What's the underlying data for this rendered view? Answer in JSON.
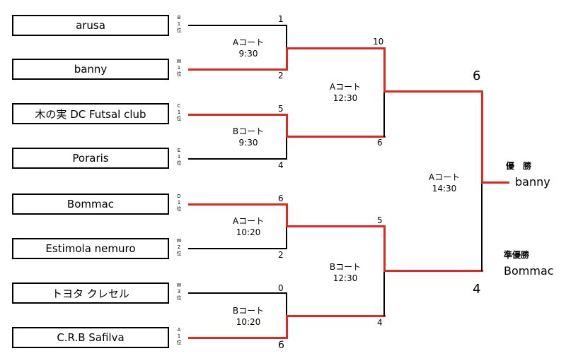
{
  "teams": [
    {
      "name": "arusa",
      "seed": [
        "B",
        "1",
        "位"
      ]
    },
    {
      "name": "banny",
      "seed": [
        "W",
        "1",
        "位"
      ]
    },
    {
      "name": "木の実 DC Futsal club",
      "seed": [
        "C",
        "1",
        "位"
      ]
    },
    {
      "name": "Poraris",
      "seed": [
        "E",
        "1",
        "位"
      ]
    },
    {
      "name": "Bommac",
      "seed": [
        "D",
        "1",
        "位"
      ]
    },
    {
      "name": "Estimola nemuro",
      "seed": [
        "W",
        "2",
        "位"
      ]
    },
    {
      "name": "トヨタ クレセル",
      "seed": [
        "W",
        "3",
        "位"
      ]
    },
    {
      "name": "C.R.B Safilva",
      "seed": [
        "A",
        "1",
        "位"
      ]
    }
  ],
  "round1": [
    {
      "court": "Aコート",
      "time": "9:30",
      "top": "1",
      "bottom": "2"
    },
    {
      "court": "Bコート",
      "time": "9:30",
      "top": "5",
      "bottom": "4"
    },
    {
      "court": "Aコート",
      "time": "10:20",
      "top": "6",
      "bottom": "2"
    },
    {
      "court": "Bコート",
      "time": "10:20",
      "top": "0",
      "bottom": "6"
    }
  ],
  "semis": [
    {
      "court": "Aコート",
      "time": "12:30",
      "top": "10",
      "bottom": "6"
    },
    {
      "court": "Bコート",
      "time": "12:30",
      "top": "5",
      "bottom": "4"
    }
  ],
  "final": {
    "court": "Aコート",
    "time": "14:30",
    "top": "6",
    "bottom": "4"
  },
  "result": {
    "champion_label": "優　勝",
    "champion": "banny",
    "runnerup_label": "準優勝",
    "runnerup": "Bommac"
  },
  "colors": {
    "winner_line": "#e1281e",
    "line": "#000000"
  }
}
